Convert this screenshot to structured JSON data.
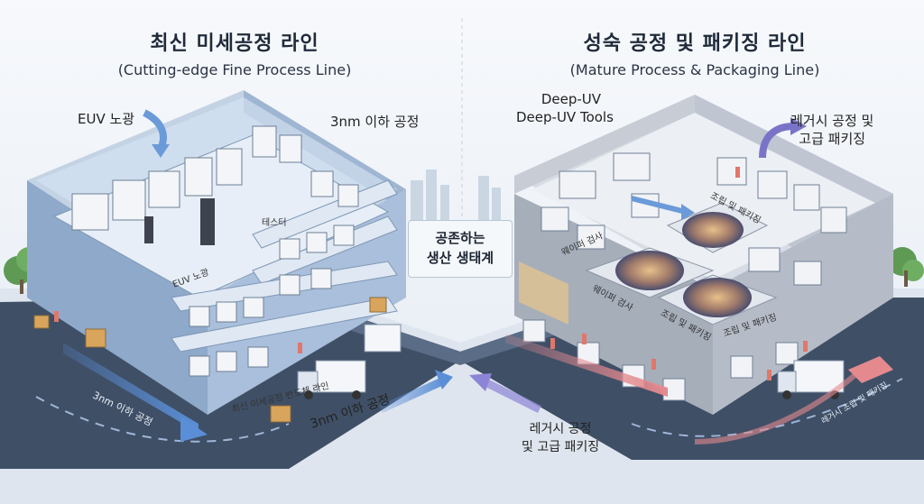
{
  "left_panel": {
    "title_ko": "최신 미세공정 라인",
    "title_en": "(Cutting-edge Fine Process Line)",
    "euv_label": "EUV 노광",
    "node_label": "3nm 이하 공정",
    "inner_label_1": "EUV 노광",
    "inner_label_2": "최신 미세공정 반도체 라인",
    "floor_label": "3nm 이하 공정",
    "arrow_label": "3nm 이하 공정",
    "small_tag": "테스터"
  },
  "right_panel": {
    "title_ko": "성숙 공정 및 패키징 라인",
    "title_en": "(Mature Process & Packaging Line)",
    "duv_label_1": "Deep-UV",
    "duv_label_2": "Deep-UV Tools",
    "legacy_label_1": "레거시 공정 및",
    "legacy_label_2": "고급 패키징",
    "inner_label_1": "웨이퍼 검사",
    "inner_label_2": "조립 및 패키징",
    "inner_label_3": "웨이퍼 검사",
    "inner_label_4": "조립 및 패키징",
    "inner_label_5": "조립 및 패키징",
    "floor_label": "레거시 조립 및 패키징",
    "bottom_label_1": "레거시 공정",
    "bottom_label_2": "및 고급 패키징"
  },
  "center": {
    "line1": "공존하는",
    "line2": "생산 생태계"
  },
  "colors": {
    "floor": "#3f4f66",
    "wall_left": "#b9cfe8",
    "accent_blue": "#5a8ed6",
    "accent_purple": "#8c84d6",
    "accent_pink": "#e48a8f"
  }
}
